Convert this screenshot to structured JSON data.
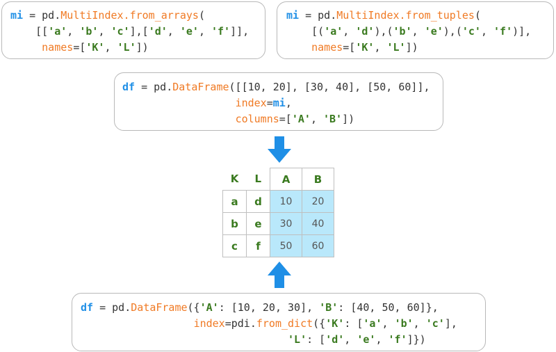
{
  "box1": {
    "line1": [
      "mi",
      " = pd.",
      "MultiIndex.from_arrays",
      "("
    ],
    "line2": [
      "    [[",
      "'a'",
      ", ",
      "'b'",
      ", ",
      "'c'",
      "],[",
      "'d'",
      ", ",
      "'e'",
      ", ",
      "'f'",
      "]],"
    ],
    "line3": [
      "     ",
      "names",
      "=[",
      "'K'",
      ", ",
      "'L'",
      "])"
    ]
  },
  "box2": {
    "line1": [
      "mi",
      " = pd.",
      "MultiIndex.from_tuples",
      "("
    ],
    "line2": [
      "    [(",
      "'a'",
      ", ",
      "'d'",
      "),(",
      "'b'",
      ", ",
      "'e'",
      "),(",
      "'c'",
      ", ",
      "'f'",
      ")],"
    ],
    "line3": [
      "    ",
      "names",
      "=[",
      "'K'",
      ", ",
      "'L'",
      "])"
    ]
  },
  "box3": {
    "line1": [
      "df",
      " = pd.",
      "DataFrame",
      "([[10, 20], [30, 40], [50, 60]],"
    ],
    "line2": [
      "                  ",
      "index",
      "=",
      "mi",
      ","
    ],
    "line3": [
      "                  ",
      "columns",
      "=[",
      "'A'",
      ", ",
      "'B'",
      "])"
    ]
  },
  "box4": {
    "line1": [
      "df",
      " = pd.",
      "DataFrame",
      "({",
      "'A'",
      ": [10, 20, 30], ",
      "'B'",
      ": [40, 50, 60]},"
    ],
    "line2": [
      "                  ",
      "index",
      "=pdi.",
      "from_dict",
      "({",
      "'K'",
      ": [",
      "'a'",
      ", ",
      "'b'",
      ", ",
      "'c'",
      "],"
    ],
    "line3": [
      "                                 ",
      "'L'",
      ": [",
      "'d'",
      ", ",
      "'e'",
      ", ",
      "'f'",
      "]})"
    ]
  },
  "table": {
    "index_names": [
      "K",
      "L"
    ],
    "columns": [
      "A",
      "B"
    ],
    "rows": [
      {
        "k": "a",
        "l": "d",
        "A": "10",
        "B": "20"
      },
      {
        "k": "b",
        "l": "e",
        "A": "30",
        "B": "40"
      },
      {
        "k": "c",
        "l": "f",
        "A": "50",
        "B": "60"
      }
    ]
  },
  "colors": {
    "variable": "#1f8fe6",
    "function": "#f07a24",
    "string": "#3a7a1f",
    "arrow": "#1f8fe6",
    "cell_fill": "#b9e8fb"
  }
}
